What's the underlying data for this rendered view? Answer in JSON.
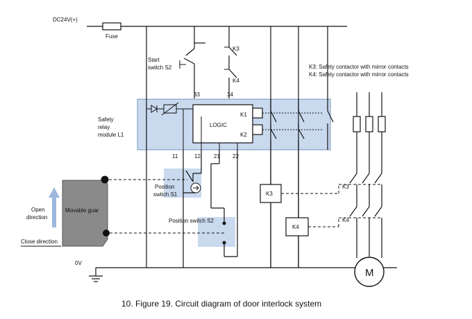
{
  "diagram": {
    "supply_label": "DC24V(+)",
    "fuse_label": "Fuse",
    "ground_label": "0V",
    "start_switch_label_1": "Start",
    "start_switch_label_2": "switch S2",
    "k3_label": "K3",
    "k4_label": "K4",
    "terminal_33": "33",
    "terminal_34": "34",
    "legend_k3": "K3: Safety contactor with mirror contacts",
    "legend_k4": "K4: Safety contactor with mirror contacts",
    "module_label_1": "Safety",
    "module_label_2": "relay",
    "module_label_3": "module L1",
    "logic_label": "LOGIC",
    "k1_label": "K1",
    "k2_label": "K2",
    "terminal_11": "11",
    "terminal_12": "12",
    "terminal_21": "21",
    "terminal_22": "22",
    "ps1_label_1": "Position",
    "ps1_label_2": "switch S1",
    "ps2_label": "Position switch S2",
    "guard_label": "Movable guar",
    "open_label_1": "Open",
    "open_label_2": "direction",
    "close_label": "Close direction",
    "coil_k3": "K3",
    "coil_k4": "K4",
    "contact_k3": "K3",
    "contact_k4": "K4",
    "motor_label": "M",
    "caption": "10.  Figure 19. Circuit diagram of door interlock system"
  },
  "colors": {
    "highlight_fill": "#c9d9ee",
    "guard_fill": "#8a8a8a",
    "arrow_fill": "#9db8dc"
  }
}
